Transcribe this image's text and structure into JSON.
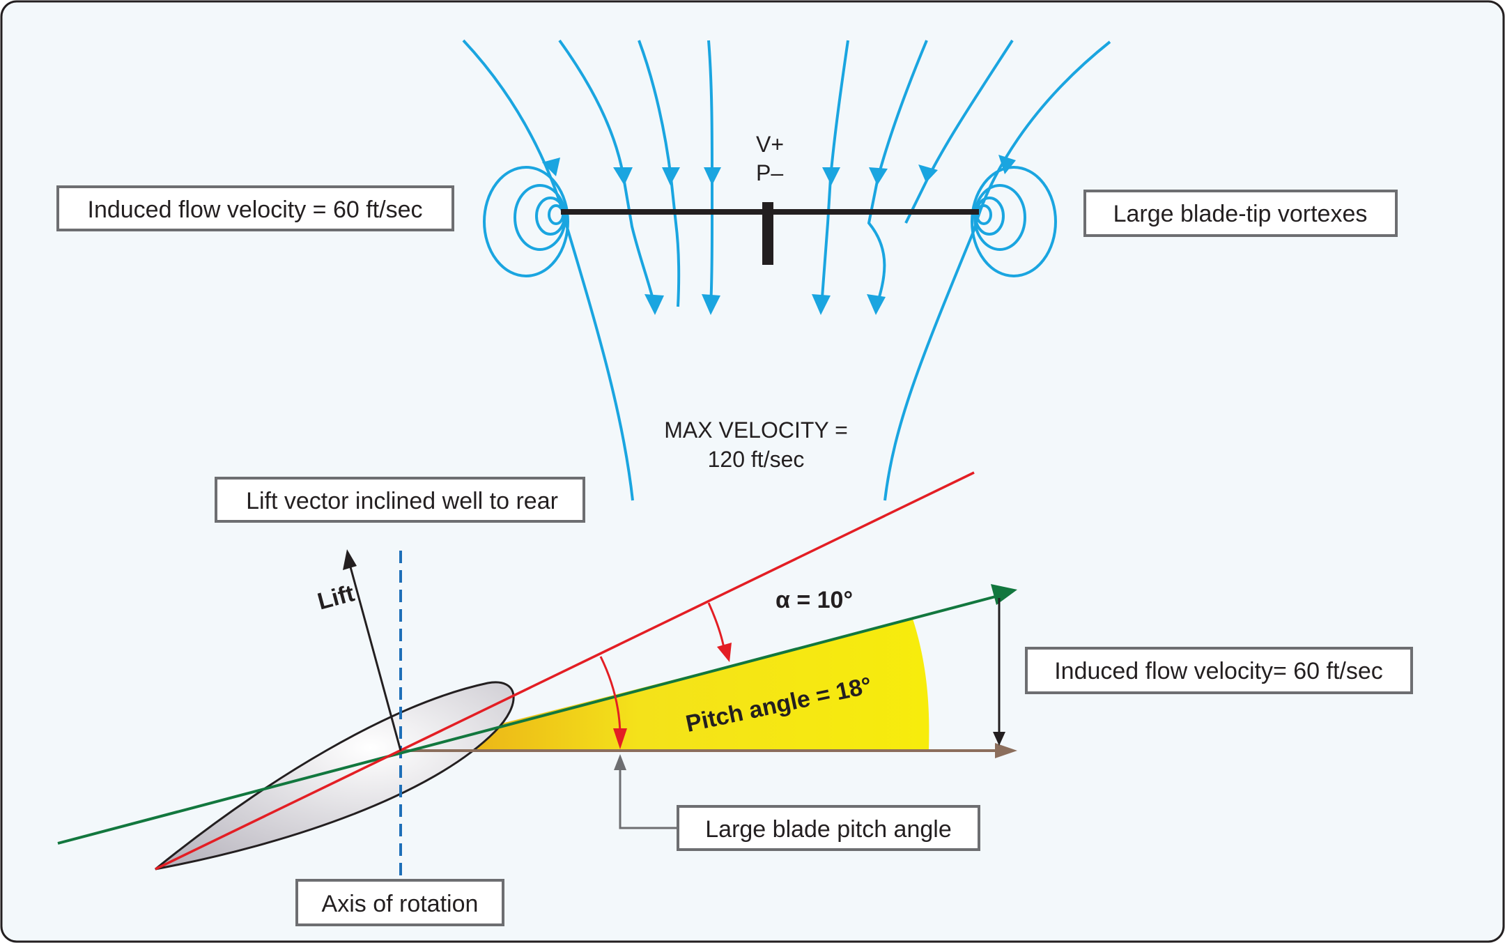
{
  "labels": {
    "induced_flow_top": "Induced flow velocity = 60 ft/sec",
    "blade_tip_vortexes": "Large blade-tip vortexes",
    "v_plus": "V+",
    "p_minus": "P–",
    "max_velocity_line1": "MAX VELOCITY =",
    "max_velocity_line2": "120 ft/sec",
    "lift_vector": "Lift vector inclined well to rear",
    "lift": "Lift",
    "alpha": "α = 10°",
    "pitch_angle": "Pitch angle = 18°",
    "induced_flow_right": "Induced flow velocity= 60 ft/sec",
    "large_blade_pitch": "Large blade pitch angle",
    "axis_of_rotation": "Axis of rotation"
  },
  "colors": {
    "flow_lines": "#1aa5e0",
    "chord_line": "#e31e24",
    "relative_wind": "#12773e",
    "pitch_fill": "#f4ea0d",
    "pitch_fill_dark": "#e8a316",
    "axis_dashed": "#1e6fb8",
    "rotor_bar": "#231f20",
    "angle_arrows": "#e31e24"
  },
  "icons": {
    "flow_arrowhead": "triangle-arrowhead",
    "lift_arrow": "arrow-up-tilted",
    "induced_flow_arrow": "double-headed-vertical-arrow"
  }
}
